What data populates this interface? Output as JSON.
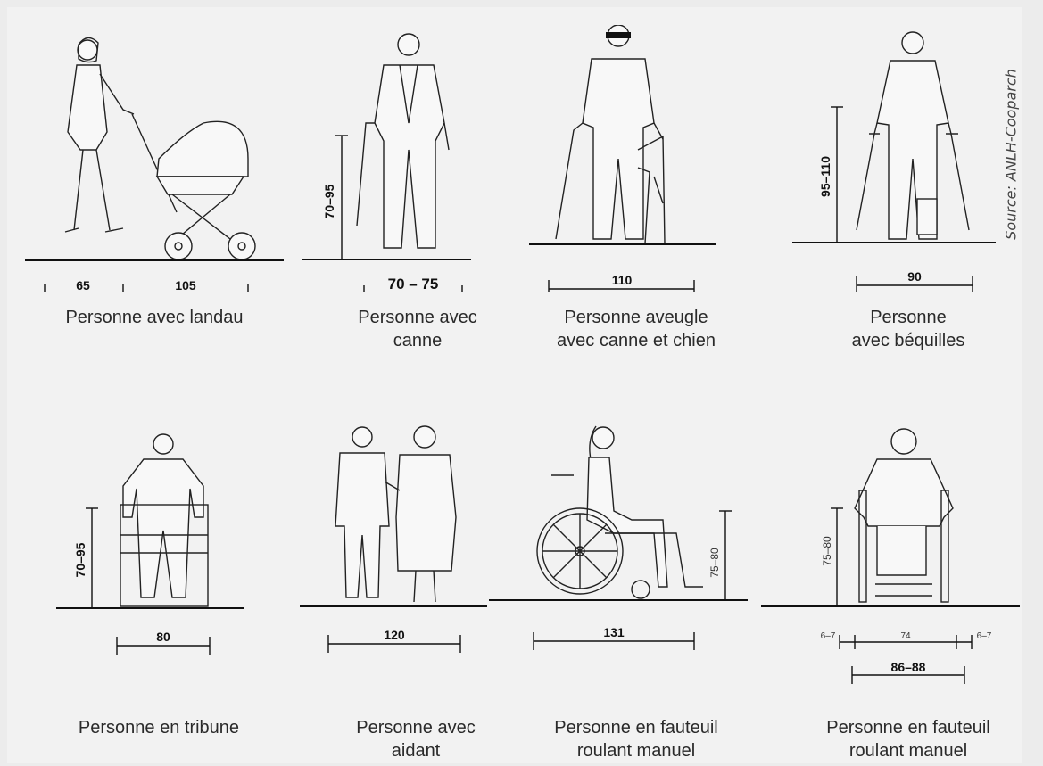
{
  "source": "Source: ANLH-Cooparch",
  "figures": [
    {
      "caption_line1": "Personne avec landau",
      "caption_line2": "",
      "dim_height": "",
      "dims": [
        "65",
        "105"
      ]
    },
    {
      "caption_line1": "Personne avec",
      "caption_line2": "canne",
      "dim_height": "70–95",
      "dims": [
        "70 – 75"
      ]
    },
    {
      "caption_line1": "Personne aveugle",
      "caption_line2": "avec canne et chien",
      "dim_height": "",
      "dims": [
        "110"
      ]
    },
    {
      "caption_line1": "Personne",
      "caption_line2": "avec béquilles",
      "dim_height": "95–110",
      "dims": [
        "90"
      ]
    },
    {
      "caption_line1": "Personne en tribune",
      "caption_line2": "",
      "dim_height": "70–95",
      "dims": [
        "80"
      ]
    },
    {
      "caption_line1": "Personne avec",
      "caption_line2": "aidant",
      "dim_height": "",
      "dims": [
        "120"
      ]
    },
    {
      "caption_line1": "Personne en fauteuil",
      "caption_line2": "roulant manuel",
      "dim_height": "75–80",
      "dims": [
        "131"
      ]
    },
    {
      "caption_line1": "Personne en fauteuil",
      "caption_line2": "roulant manuel",
      "dim_height": "75–80",
      "dims": [
        "6–7",
        "74",
        "6–7",
        "86–88"
      ]
    }
  ]
}
